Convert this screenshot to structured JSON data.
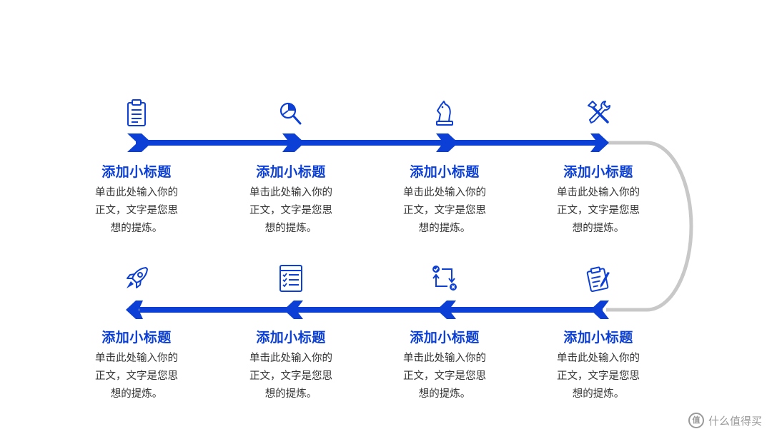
{
  "colors": {
    "accent": "#0B3FD6",
    "connector": "#C8C8C8",
    "text": "#333333"
  },
  "steps": [
    {
      "title": "添加小标题",
      "desc": [
        "单击此处输入你的",
        "正文，文字是您思",
        "想的提炼。"
      ],
      "icon": "clipboard-icon"
    },
    {
      "title": "添加小标题",
      "desc": [
        "单击此处输入你的",
        "正文，文字是您思",
        "想的提炼。"
      ],
      "icon": "chart-search-icon"
    },
    {
      "title": "添加小标题",
      "desc": [
        "单击此处输入你的",
        "正文，文字是您思",
        "想的提炼。"
      ],
      "icon": "chess-knight-icon"
    },
    {
      "title": "添加小标题",
      "desc": [
        "单击此处输入你的",
        "正文，文字是您思",
        "想的提炼。"
      ],
      "icon": "tools-icon"
    },
    {
      "title": "添加小标题",
      "desc": [
        "单击此处输入你的",
        "正文，文字是您思",
        "想的提炼。"
      ],
      "icon": "rocket-icon"
    },
    {
      "title": "添加小标题",
      "desc": [
        "单击此处输入你的",
        "正文，文字是您思",
        "想的提炼。"
      ],
      "icon": "checklist-icon"
    },
    {
      "title": "添加小标题",
      "desc": [
        "单击此处输入你的",
        "正文，文字是您思",
        "想的提炼。"
      ],
      "icon": "cycle-check-icon"
    },
    {
      "title": "添加小标题",
      "desc": [
        "单击此处输入你的",
        "正文，文字是您思",
        "想的提炼。"
      ],
      "icon": "note-pencil-icon"
    }
  ],
  "watermark": {
    "badge": "值",
    "text": "什么值得买"
  }
}
